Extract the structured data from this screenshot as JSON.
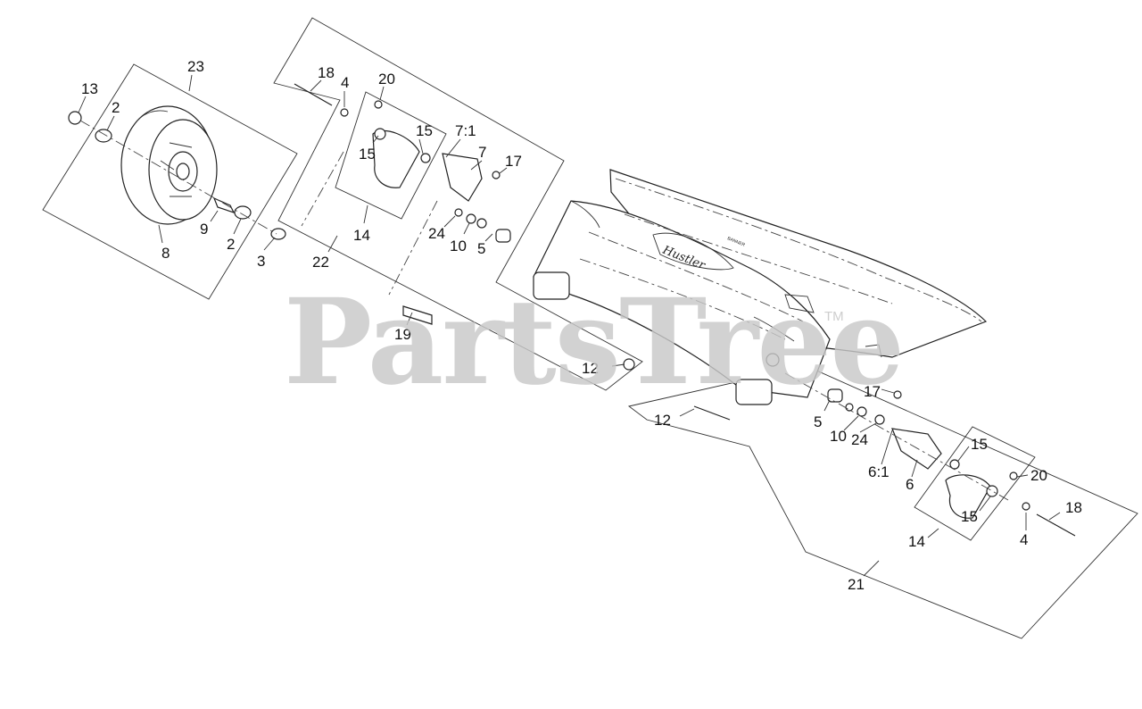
{
  "diagram": {
    "callouts": {
      "c23": "23",
      "c13": "13",
      "c2a": "2",
      "c9": "9",
      "c2b": "2",
      "c3": "3",
      "c8": "8",
      "c18a": "18",
      "c4a": "4",
      "c20a": "20",
      "c15a": "15",
      "c15b": "15",
      "c71a": "7:1",
      "c7": "7",
      "c17a": "17",
      "c14a": "14",
      "c22": "22",
      "c24a": "24",
      "c10a": "10",
      "c5a": "5",
      "c19": "19",
      "c12a": "12",
      "c12b": "12",
      "c17b": "17",
      "c5b": "5",
      "c10b": "10",
      "c24b": "24",
      "c61": "6:1",
      "c6": "6",
      "c15c": "15",
      "c20b": "20",
      "c15d": "15",
      "c18b": "18",
      "c4b": "4",
      "c14b": "14",
      "c21": "21"
    },
    "deck_logo": "Hustler",
    "deck_plate": "BANNER"
  },
  "watermark": {
    "text": "PartsTree",
    "tm": "TM"
  },
  "colors": {
    "line": "#333333",
    "watermark": "#c9c9c9"
  }
}
